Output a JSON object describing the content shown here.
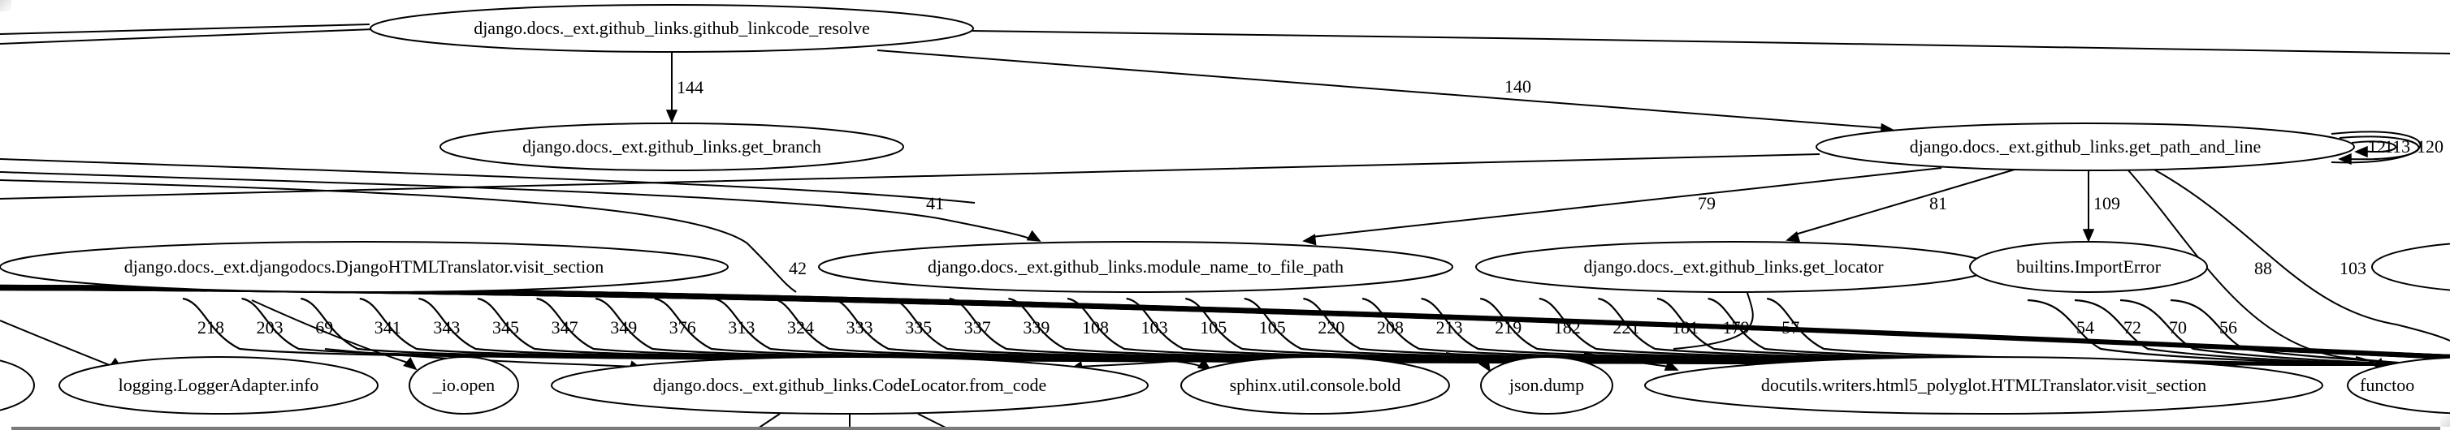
{
  "graph": {
    "title": "call graph",
    "nodes": [
      {
        "id": "linkcode_resolve",
        "label": "django.docs._ext.github_links.github_linkcode_resolve"
      },
      {
        "id": "get_branch",
        "label": "django.docs._ext.github_links.get_branch"
      },
      {
        "id": "get_path_and_line",
        "label": "django.docs._ext.github_links.get_path_and_line"
      },
      {
        "id": "djangodocs_visit_section",
        "label": "django.docs._ext.djangodocs.DjangoHTMLTranslator.visit_section"
      },
      {
        "id": "module_name_to_file_path",
        "label": "django.docs._ext.github_links.module_name_to_file_path"
      },
      {
        "id": "get_locator",
        "label": "django.docs._ext.github_links.get_locator"
      },
      {
        "id": "import_error",
        "label": "builtins.ImportError"
      },
      {
        "id": "right_partial",
        "label": ""
      },
      {
        "id": "left_partial",
        "label": ""
      },
      {
        "id": "logger_info",
        "label": "logging.LoggerAdapter.info"
      },
      {
        "id": "io_open",
        "label": "_io.open"
      },
      {
        "id": "from_code",
        "label": "django.docs._ext.github_links.CodeLocator.from_code"
      },
      {
        "id": "console_bold",
        "label": "sphinx.util.console.bold"
      },
      {
        "id": "json_dump",
        "label": "json.dump"
      },
      {
        "id": "docutils_visit_section",
        "label": "docutils.writers.html5_polyglot.HTMLTranslator.visit_section"
      },
      {
        "id": "functools",
        "label": "functoo"
      }
    ],
    "edges": [
      {
        "from": "linkcode_resolve",
        "to": "get_branch",
        "label": "144"
      },
      {
        "from": "linkcode_resolve",
        "to": "get_path_and_line",
        "label": "140"
      },
      {
        "from": "get_path_and_line",
        "to": "module_name_to_file_path",
        "label": "79"
      },
      {
        "from": "get_path_and_line",
        "to": "get_locator",
        "label": "81"
      },
      {
        "from": "get_path_and_line",
        "to": "import_error",
        "label": "109"
      },
      {
        "from": "get_path_and_line",
        "to": "get_path_and_line",
        "label": "12"
      },
      {
        "from": "get_path_and_line",
        "to": "get_path_and_line",
        "label": "113"
      },
      {
        "from": "get_path_and_line",
        "to": "get_path_and_line",
        "label": "120"
      },
      {
        "from": "offscreen",
        "to": "module_name_to_file_path",
        "label": "41"
      },
      {
        "from": "offscreen",
        "to": "bundle",
        "label": "42"
      },
      {
        "from": "get_path_and_line",
        "to": "functools",
        "label": "88"
      },
      {
        "from": "get_path_and_line",
        "to": "right_partial",
        "label": "103"
      }
    ],
    "bundle_labels": [
      "218",
      "203",
      "69",
      "341",
      "343",
      "345",
      "347",
      "349",
      "376",
      "313",
      "324",
      "333",
      "335",
      "337",
      "339",
      "108",
      "103",
      "105",
      "105",
      "220",
      "208",
      "213",
      "219",
      "182",
      "221",
      "181",
      "179",
      "57"
    ],
    "right_bundle_labels": [
      "54",
      "72",
      "70",
      "56"
    ]
  }
}
